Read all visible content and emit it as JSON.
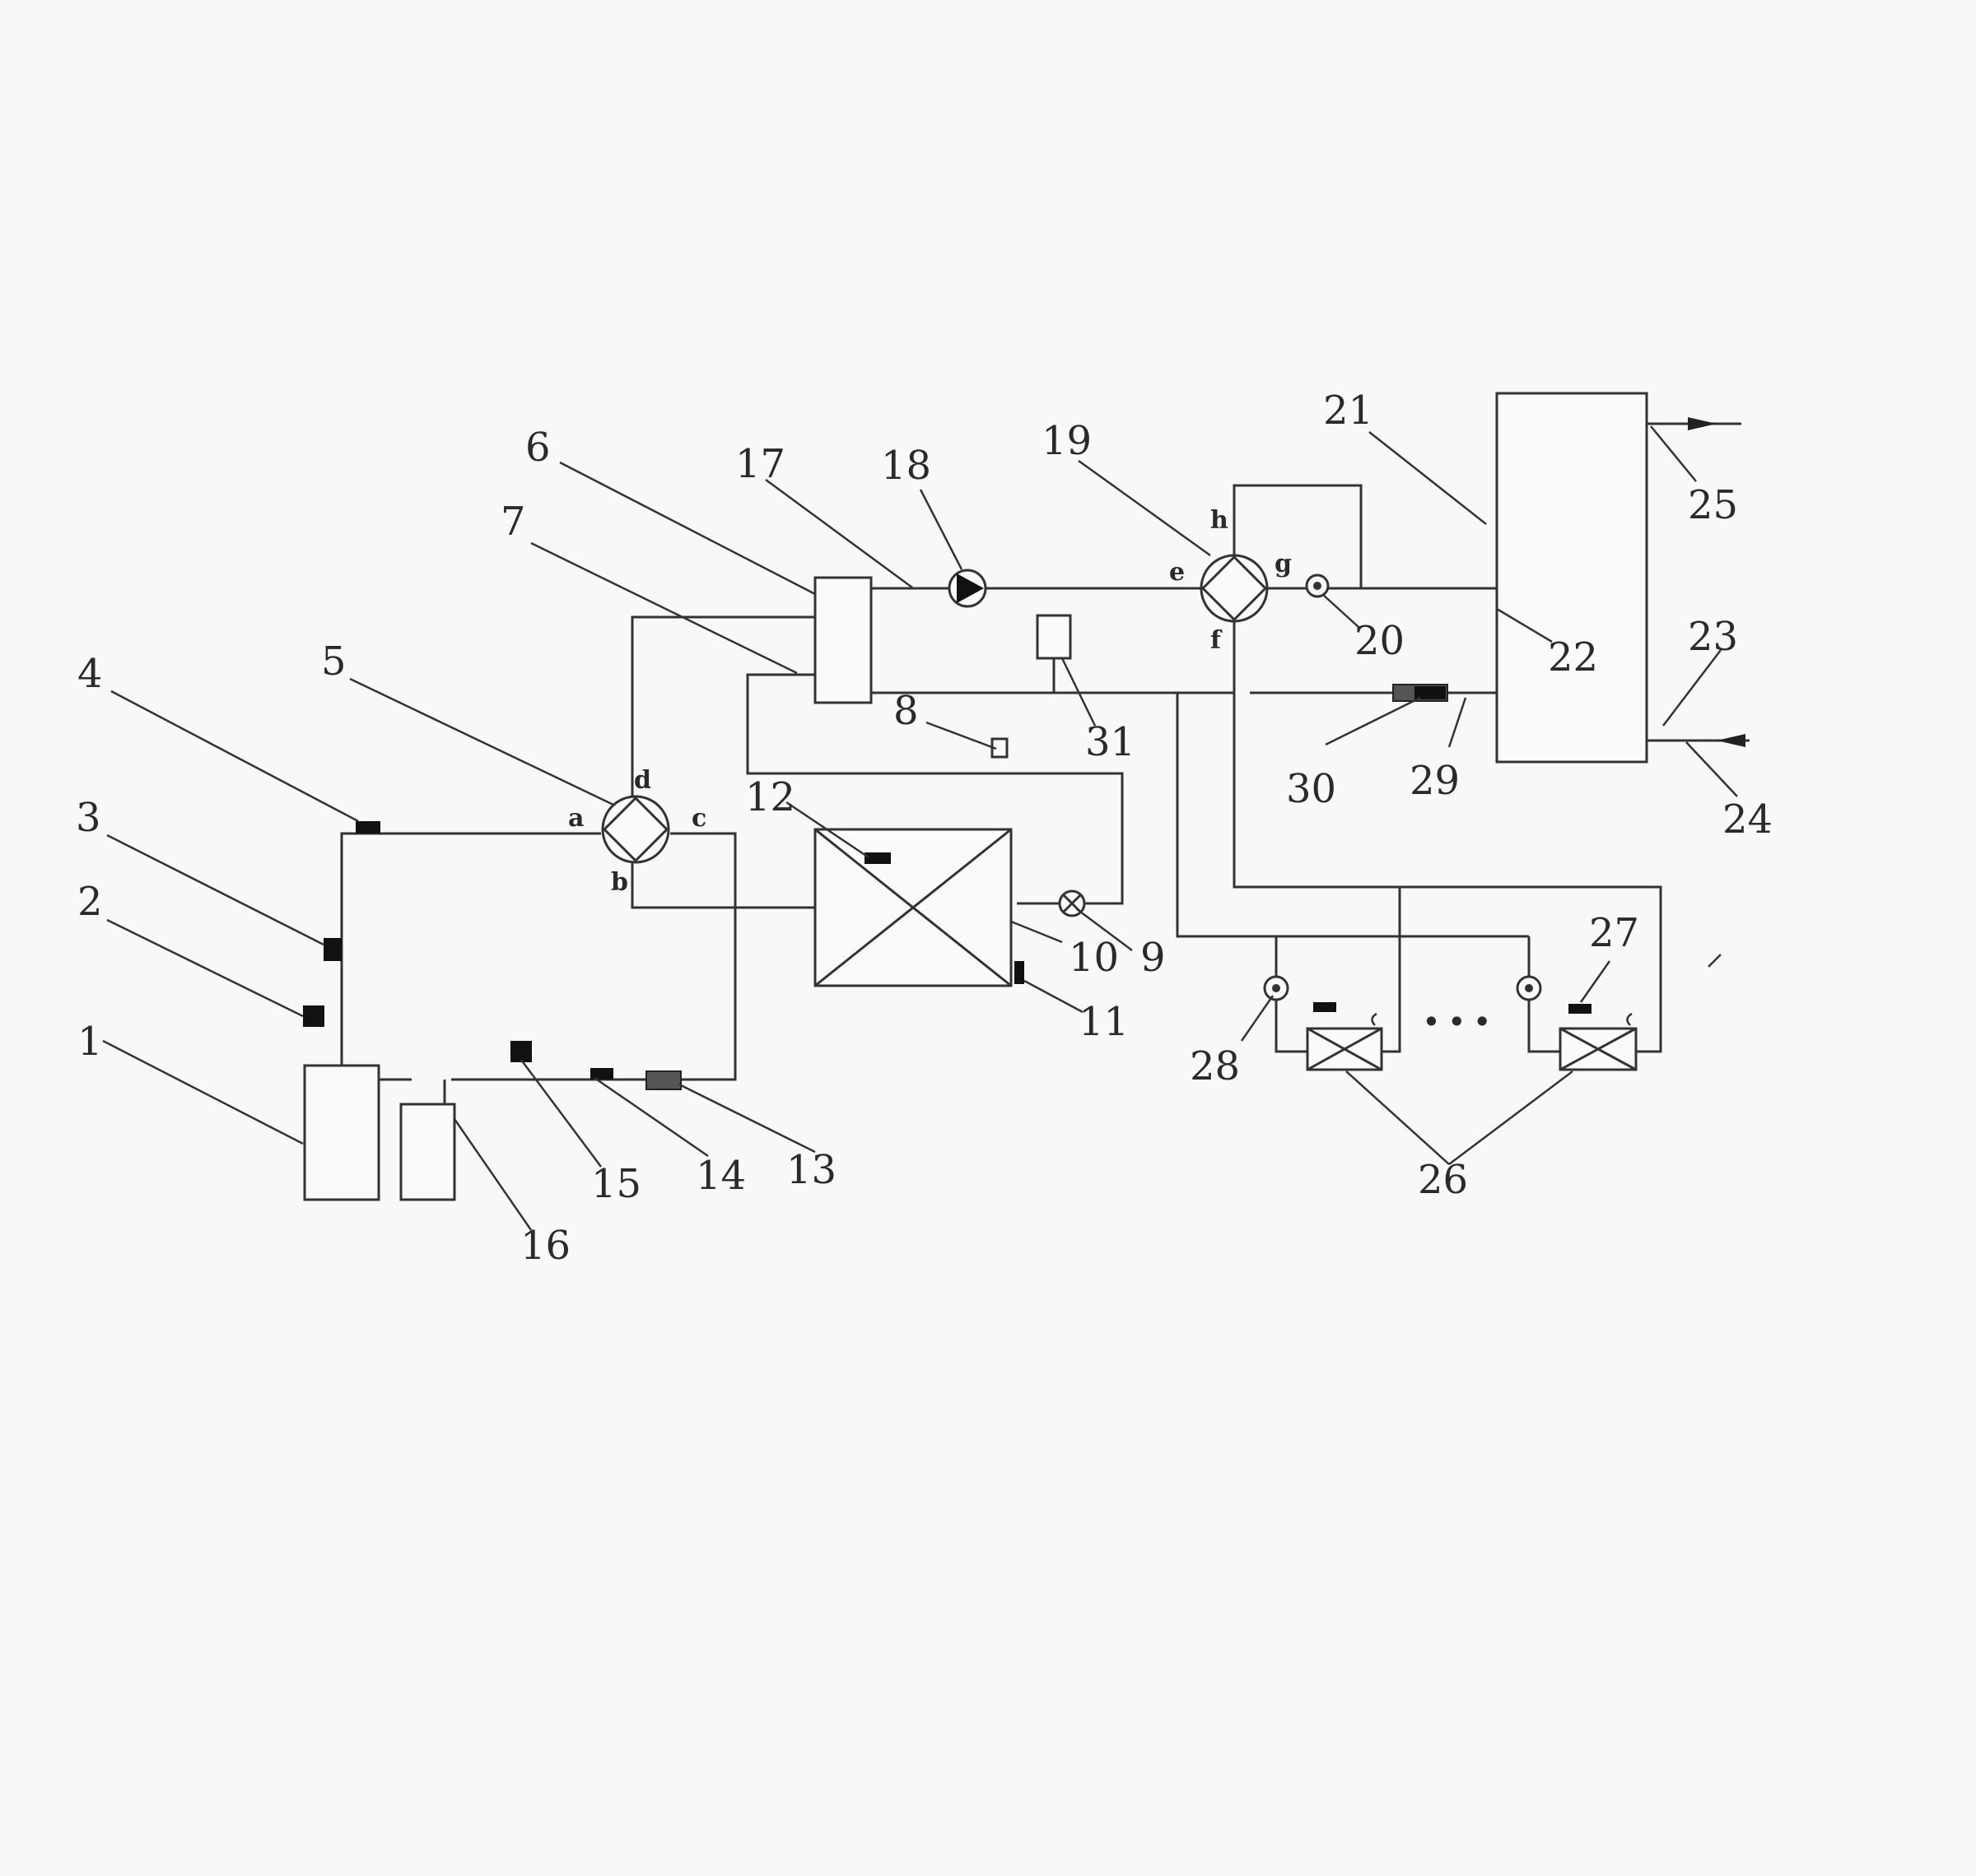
{
  "figure": {
    "labels": {
      "n1": "1",
      "n2": "2",
      "n3": "3",
      "n4": "4",
      "n5": "5",
      "n6": "6",
      "n7": "7",
      "n8": "8",
      "n9": "9",
      "n10": "10",
      "n11": "11",
      "n12": "12",
      "n13": "13",
      "n14": "14",
      "n15": "15",
      "n16": "16",
      "n17": "17",
      "n18": "18",
      "n19": "19",
      "n20": "20",
      "n21": "21",
      "n22": "22",
      "n23": "23",
      "n24": "24",
      "n25": "25",
      "n26": "26",
      "n27": "27",
      "n28": "28",
      "n29": "29",
      "n30": "30",
      "n31": "31"
    },
    "ports": {
      "a": "a",
      "b": "b",
      "c": "c",
      "d": "d",
      "e": "e",
      "f": "f",
      "g": "g",
      "h": "h"
    },
    "ellipsis": "···"
  }
}
